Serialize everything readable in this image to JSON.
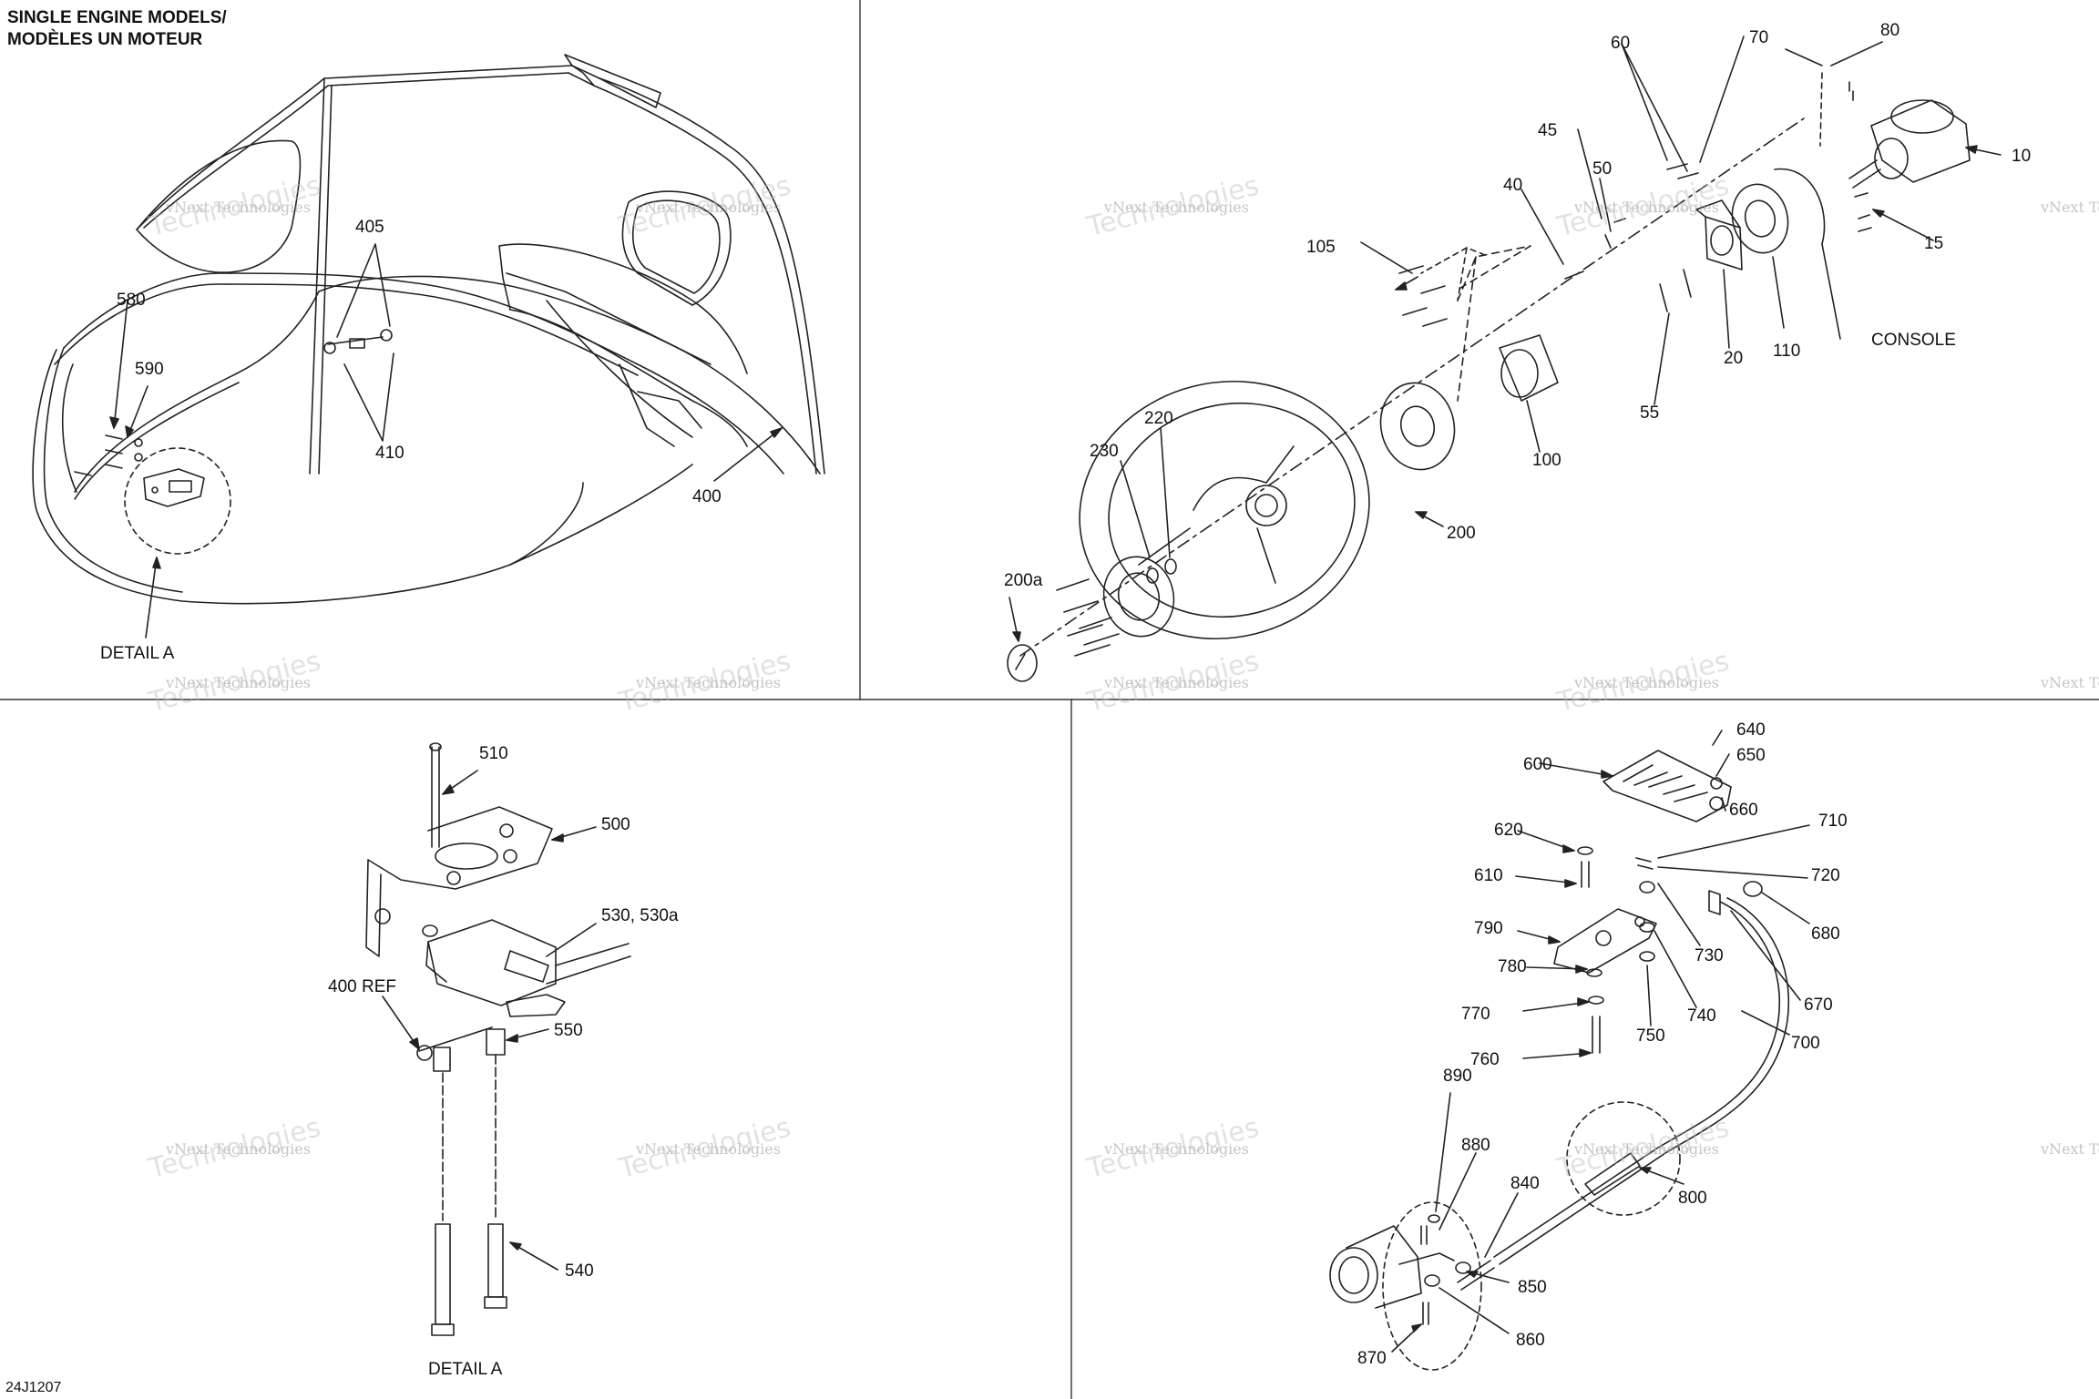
{
  "header": {
    "line1": "SINGLE ENGINE MODELS/",
    "line2": "MODÈLES UN MOTEUR"
  },
  "drawing_id": "24J1207",
  "watermark": {
    "line1": "vNext Technologies",
    "line2": "Technologies"
  },
  "panels": {
    "top_left": {
      "labels": {
        "l580": "580",
        "l590": "590",
        "l405": "405",
        "l410": "410",
        "l400": "400",
        "detail": "DETAIL A"
      }
    },
    "top_right": {
      "labels": {
        "l60": "60",
        "l70": "70",
        "l80": "80",
        "l10": "10",
        "l45": "45",
        "l50": "50",
        "l40": "40",
        "l15": "15",
        "l105": "105",
        "l20": "20",
        "l110": "110",
        "console": "CONSOLE",
        "l55": "55",
        "l220": "220",
        "l230": "230",
        "l100": "100",
        "l200": "200",
        "l200a": "200a"
      }
    },
    "bottom_left": {
      "labels": {
        "l510": "510",
        "l500": "500",
        "l530": "530, 530a",
        "l400ref": "400 REF",
        "l550": "550",
        "l540": "540",
        "detail": "DETAIL A"
      }
    },
    "bottom_right": {
      "labels": {
        "l640": "640",
        "l600": "600",
        "l650": "650",
        "l620": "620",
        "l660": "660",
        "l710": "710",
        "l610": "610",
        "l720": "720",
        "l790": "790",
        "l680": "680",
        "l730": "730",
        "l780": "780",
        "l670": "670",
        "l770": "770",
        "l740": "740",
        "l750": "750",
        "l700": "700",
        "l760": "760",
        "l890": "890",
        "l880": "880",
        "l800": "800",
        "l840": "840",
        "l850": "850",
        "l860": "860",
        "l870": "870"
      }
    }
  }
}
